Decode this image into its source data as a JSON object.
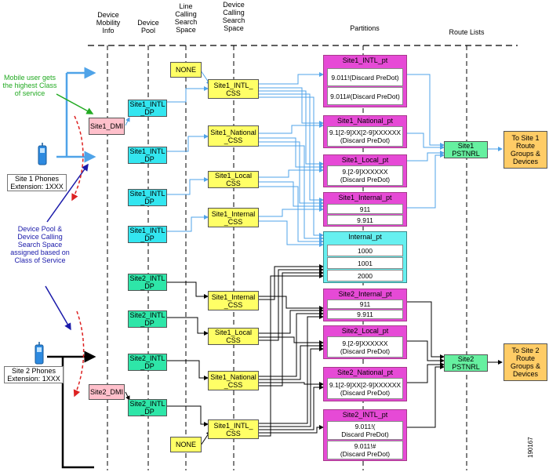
{
  "headers": {
    "mobility": "Device\nMobility\nInfo",
    "pool": "Device\nPool",
    "line_css": "Line\nCalling\nSearch\nSpace",
    "device_css": "Device\nCalling\nSearch\nSpace",
    "partitions": "Partitions",
    "route_lists": "Route Lists"
  },
  "notes": {
    "mobile": "Mobile user gets\nthe highest Class\nof service",
    "device_pool": "Device Pool &\nDevice Calling\nSearch Space\nassigned based on\nClass of Service"
  },
  "phones": {
    "site1": "Site 1 Phones\nExtension: 1XXX",
    "site2": "Site 2 Phones\nExtension: 1XXX"
  },
  "dmi": {
    "site1": "Site1_DMI",
    "site2": "Site2_DMI"
  },
  "device_pools": [
    "Site1_INTL\n_DP",
    "Site1_INTL\n_DP",
    "Site1_INTL\n_DP",
    "Site1_INTL\n_DP",
    "Site2_INTL\n_DP",
    "Site2_INTL\n_DP",
    "Site2_INTL\n_DP",
    "Site2_INTL\n_DP"
  ],
  "none_label": "NONE",
  "css": [
    "Site1_INTL_\nCSS",
    "Site1_National\n_CSS",
    "Site1_Local\nCSS",
    "Site1_Internal\n_CSS",
    "Site1_Internal\n_CSS",
    "Site1_Local\nCSS",
    "Site1_National\n_CSS",
    "Site1_INTL_\nCSS"
  ],
  "partitions": [
    {
      "title": "Site1_INTL_pt",
      "rows": [
        "9.011!(Discard PreDot)",
        "9.011#(Discard PreDot)"
      ]
    },
    {
      "title": "Site1_National_pt",
      "rows": [
        "9.1[2-9]XX[2-9]XXXXXX\n(Discard PreDot)"
      ]
    },
    {
      "title": "Site1_Local_pt",
      "rows": [
        "9.[2-9]XXXXXX\n(Discard PreDot)"
      ]
    },
    {
      "title": "Site1_Internal_pt",
      "rows": [
        "911",
        "9.911"
      ]
    },
    {
      "title": "Internal_pt",
      "rows": [
        "1000",
        "1001",
        "2000"
      ]
    },
    {
      "title": "Site2_Internal_pt",
      "rows": [
        "911",
        "9.911"
      ]
    },
    {
      "title": "Site2_Local_pt",
      "rows": [
        "9.[2-9]XXXXXX\n(Discard PreDot)"
      ]
    },
    {
      "title": "Site2_National_pt",
      "rows": [
        "9.1[2-9]XX[2-9]XXXXXX\n(Discard PreDot)"
      ]
    },
    {
      "title": "Site2_INTL_pt",
      "rows": [
        "9.011!(\nDiscard PreDot)",
        "9.011!#\n(Discard PreDot)"
      ]
    }
  ],
  "route_lists": {
    "site1": "Site1\nPSTNRL",
    "site2": "Site2\nPSTNRL"
  },
  "destinations": {
    "site1": "To Site 1\nRoute\nGroups &\nDevices",
    "site2": "To Site 2\nRoute\nGroups &\nDevices"
  },
  "figure_id": "190167"
}
